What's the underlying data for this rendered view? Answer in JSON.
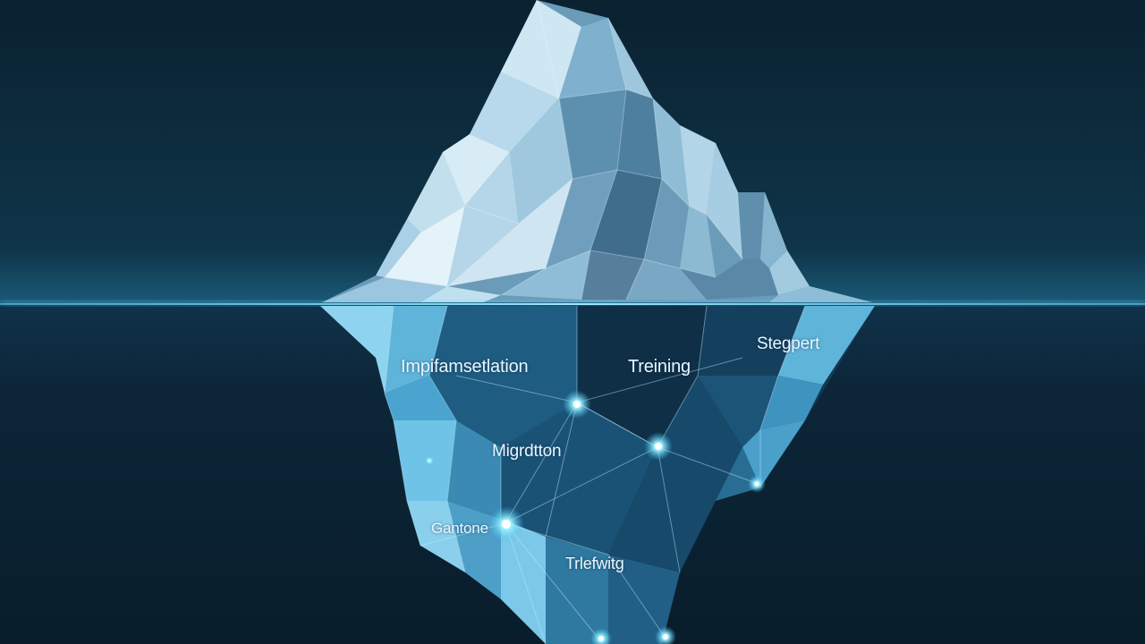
{
  "colors": {
    "sky_top": "#0a2130",
    "sky_horizon": "#174a64",
    "water_line": "#5fd2f5",
    "water_deep": "#0a1f2d",
    "ice_light": "#cfe6f3",
    "ice_mid": "#8fbfd8",
    "ice_dark": "#2f5f7c",
    "underwater_light": "#6fc6e6",
    "underwater_dark": "#0c2437",
    "node_glow": "#7fe4ff"
  },
  "labels": {
    "implementation": "Impifamsetlation",
    "training_1": "Treining",
    "support": "Stegpert",
    "migration": "Migrdtton",
    "customization": "Gantone",
    "training_2": "Trlefwitg"
  },
  "icons": {
    "iceberg": "iceberg-illustration",
    "network_node": "glowing-node"
  }
}
